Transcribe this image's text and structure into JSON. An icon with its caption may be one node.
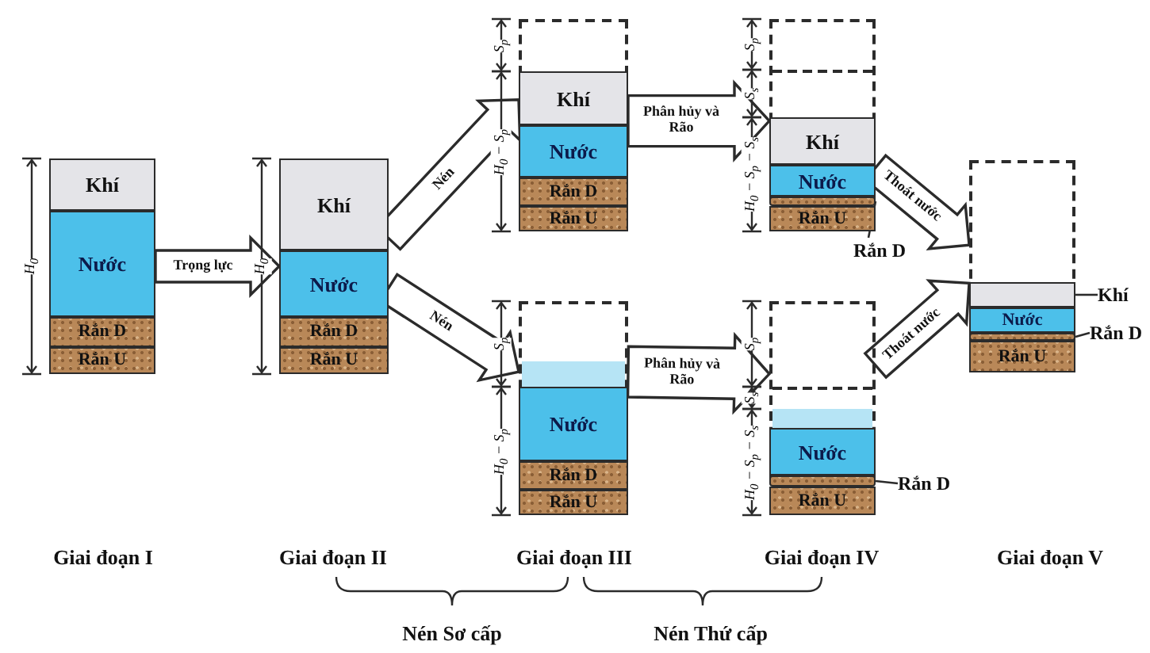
{
  "diagram": {
    "nodes": [
      {
        "text": [],
        "shape": "box"
      },
      {
        "text": [
          "Khí"
        ],
        "in": 0
      },
      {
        "text": [
          "Nước"
        ],
        "in": 0
      },
      {
        "text": [
          "Rắn D"
        ],
        "in": 0
      },
      {
        "text": [
          "Rắn U"
        ],
        "in": 0
      },
      {
        "text": [],
        "shape": "box"
      },
      {
        "text": [
          "Khí"
        ],
        "in": 5
      },
      {
        "text": [
          "Nước"
        ],
        "in": 5
      },
      {
        "text": [
          "Rắn D"
        ],
        "in": 5
      },
      {
        "text": [
          "Rắn U"
        ],
        "in": 5
      },
      {
        "text": [],
        "shape": "box"
      },
      {
        "text": [
          "Khí"
        ],
        "in": 10
      },
      {
        "text": [
          "Nước"
        ],
        "in": 10
      },
      {
        "text": [
          "Rắn D"
        ],
        "in": 10
      },
      {
        "text": [
          "Rắn U"
        ],
        "in": 10
      },
      {
        "text": [],
        "shape": "box"
      },
      {
        "text": [
          "Khí"
        ],
        "in": 15
      },
      {
        "text": [
          "Nước"
        ],
        "in": 15
      },
      {
        "text": [],
        "shape": "bar",
        "in": 15
      },
      {
        "text": [
          "Rắn U"
        ],
        "in": 15
      },
      {
        "text": [
          "Rắn D"
        ]
      },
      {
        "text": [],
        "shape": "box"
      },
      {
        "text": [
          "Nước"
        ],
        "in": 21
      },
      {
        "text": [
          "Rắn D"
        ],
        "in": 21
      },
      {
        "text": [
          "Rắn U"
        ],
        "in": 21
      },
      {
        "text": [],
        "shape": "box"
      },
      {
        "text": [
          "Nước"
        ],
        "in": 25
      },
      {
        "text": [],
        "shape": "bar",
        "in": 25
      },
      {
        "text": [
          "Rắn U"
        ],
        "in": 25
      },
      {
        "text": [
          "Rắn D"
        ]
      },
      {
        "text": [],
        "shape": "box"
      },
      {
        "text": [],
        "shape": "box",
        "in": 30
      },
      {
        "text": [
          "Nước"
        ],
        "in": 30
      },
      {
        "text": [],
        "shape": "bar",
        "in": 30
      },
      {
        "text": [
          "Rắn U"
        ],
        "in": 30
      },
      {
        "text": [
          "Khí"
        ]
      },
      {
        "text": [
          "Rắn D"
        ]
      }
    ],
    "edges": [
      {
        "from": 0,
        "to": 5,
        "arrow": "to",
        "label": "Trọng lực"
      },
      {
        "from": 5,
        "to": 10,
        "arrow": "to",
        "label": "Nén"
      },
      {
        "from": 5,
        "to": 21,
        "arrow": "to",
        "label": "Nén"
      },
      {
        "from": 10,
        "to": 15,
        "arrow": "to",
        "label": "Phân hủy và Rão"
      },
      {
        "from": 21,
        "to": 25,
        "arrow": "to",
        "label": "Phân hủy và Rão"
      },
      {
        "from": 15,
        "to": 30,
        "arrow": "to",
        "label": "Thoát nước"
      },
      {
        "from": 25,
        "to": 30,
        "arrow": "to",
        "label": "Thoát nước"
      },
      {
        "from": 20,
        "to": 18,
        "arrow": "none"
      },
      {
        "from": 29,
        "to": 27,
        "arrow": "none"
      },
      {
        "from": 35,
        "to": 31,
        "arrow": "none"
      },
      {
        "from": 36,
        "to": 33,
        "arrow": "none"
      }
    ],
    "labels": [
      "S$_{p}$",
      "H$_{0}$ − S$_{p}$",
      "S$_{p}$",
      "S$_{s}$",
      "H$_{0}$ − S$_{p}$ − S$_{s}$",
      "H$_{0}$",
      "H$_{0}$",
      "S$_{p}$",
      "H$_{0}$ − S$_{p}$",
      "S$_{p}$",
      "S$_{s}$",
      "H$_{0}$ − S$_{p}$ − S$_{s}$",
      "Giai đoạn I",
      "Giai đoạn II",
      "Giai đoạn III",
      "Giai đoạn IV",
      "Giai đoạn V",
      "Nén Sơ cấp",
      "Nén Thứ cấp"
    ]
  }
}
